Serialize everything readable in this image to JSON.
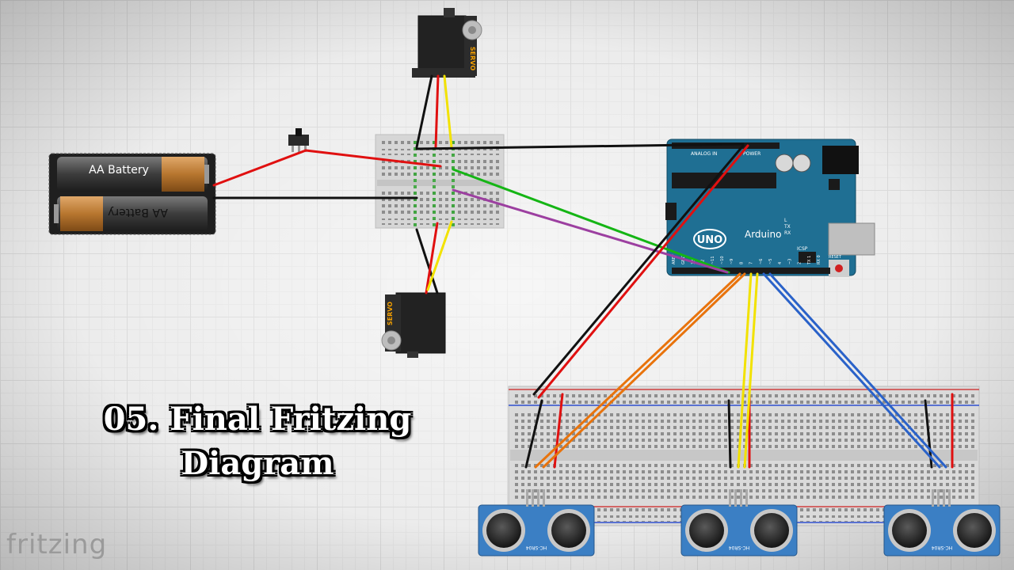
{
  "title": {
    "line1": "05. Final Fritzing",
    "line2": "Diagram"
  },
  "watermark": "fritzing",
  "battery": {
    "cell1_label": "AA Battery",
    "cell2_label": "AA Battery"
  },
  "servo_label": "SERVO",
  "arduino": {
    "logo": "UNO",
    "brand": "Arduino",
    "pin_labels": [
      "AREF",
      "GND",
      "13",
      "12",
      "~11",
      "~10",
      "~9",
      "8",
      "7",
      "~6",
      "~5",
      "4",
      "~3",
      "2",
      "TX 1",
      "RX 0"
    ],
    "power_header": "POWER",
    "analog_header": "ANALOG IN",
    "tx_label": "TX",
    "rx_label": "RX",
    "reset_label": "RESET",
    "icsp_label": "ICSP",
    "l_label": "L"
  },
  "sensor_label": "HC-SR04",
  "colors": {
    "wire_red": "#e01010",
    "wire_black": "#111111",
    "wire_yellow": "#f2e200",
    "wire_green": "#15b515",
    "wire_purple": "#9c3fa0",
    "wire_orange": "#e8730c",
    "wire_blue": "#2a62c9",
    "arduino_board": "#1f6f93",
    "sensor_board": "#3b7fc4",
    "breadboard": "#dcdcdc"
  }
}
